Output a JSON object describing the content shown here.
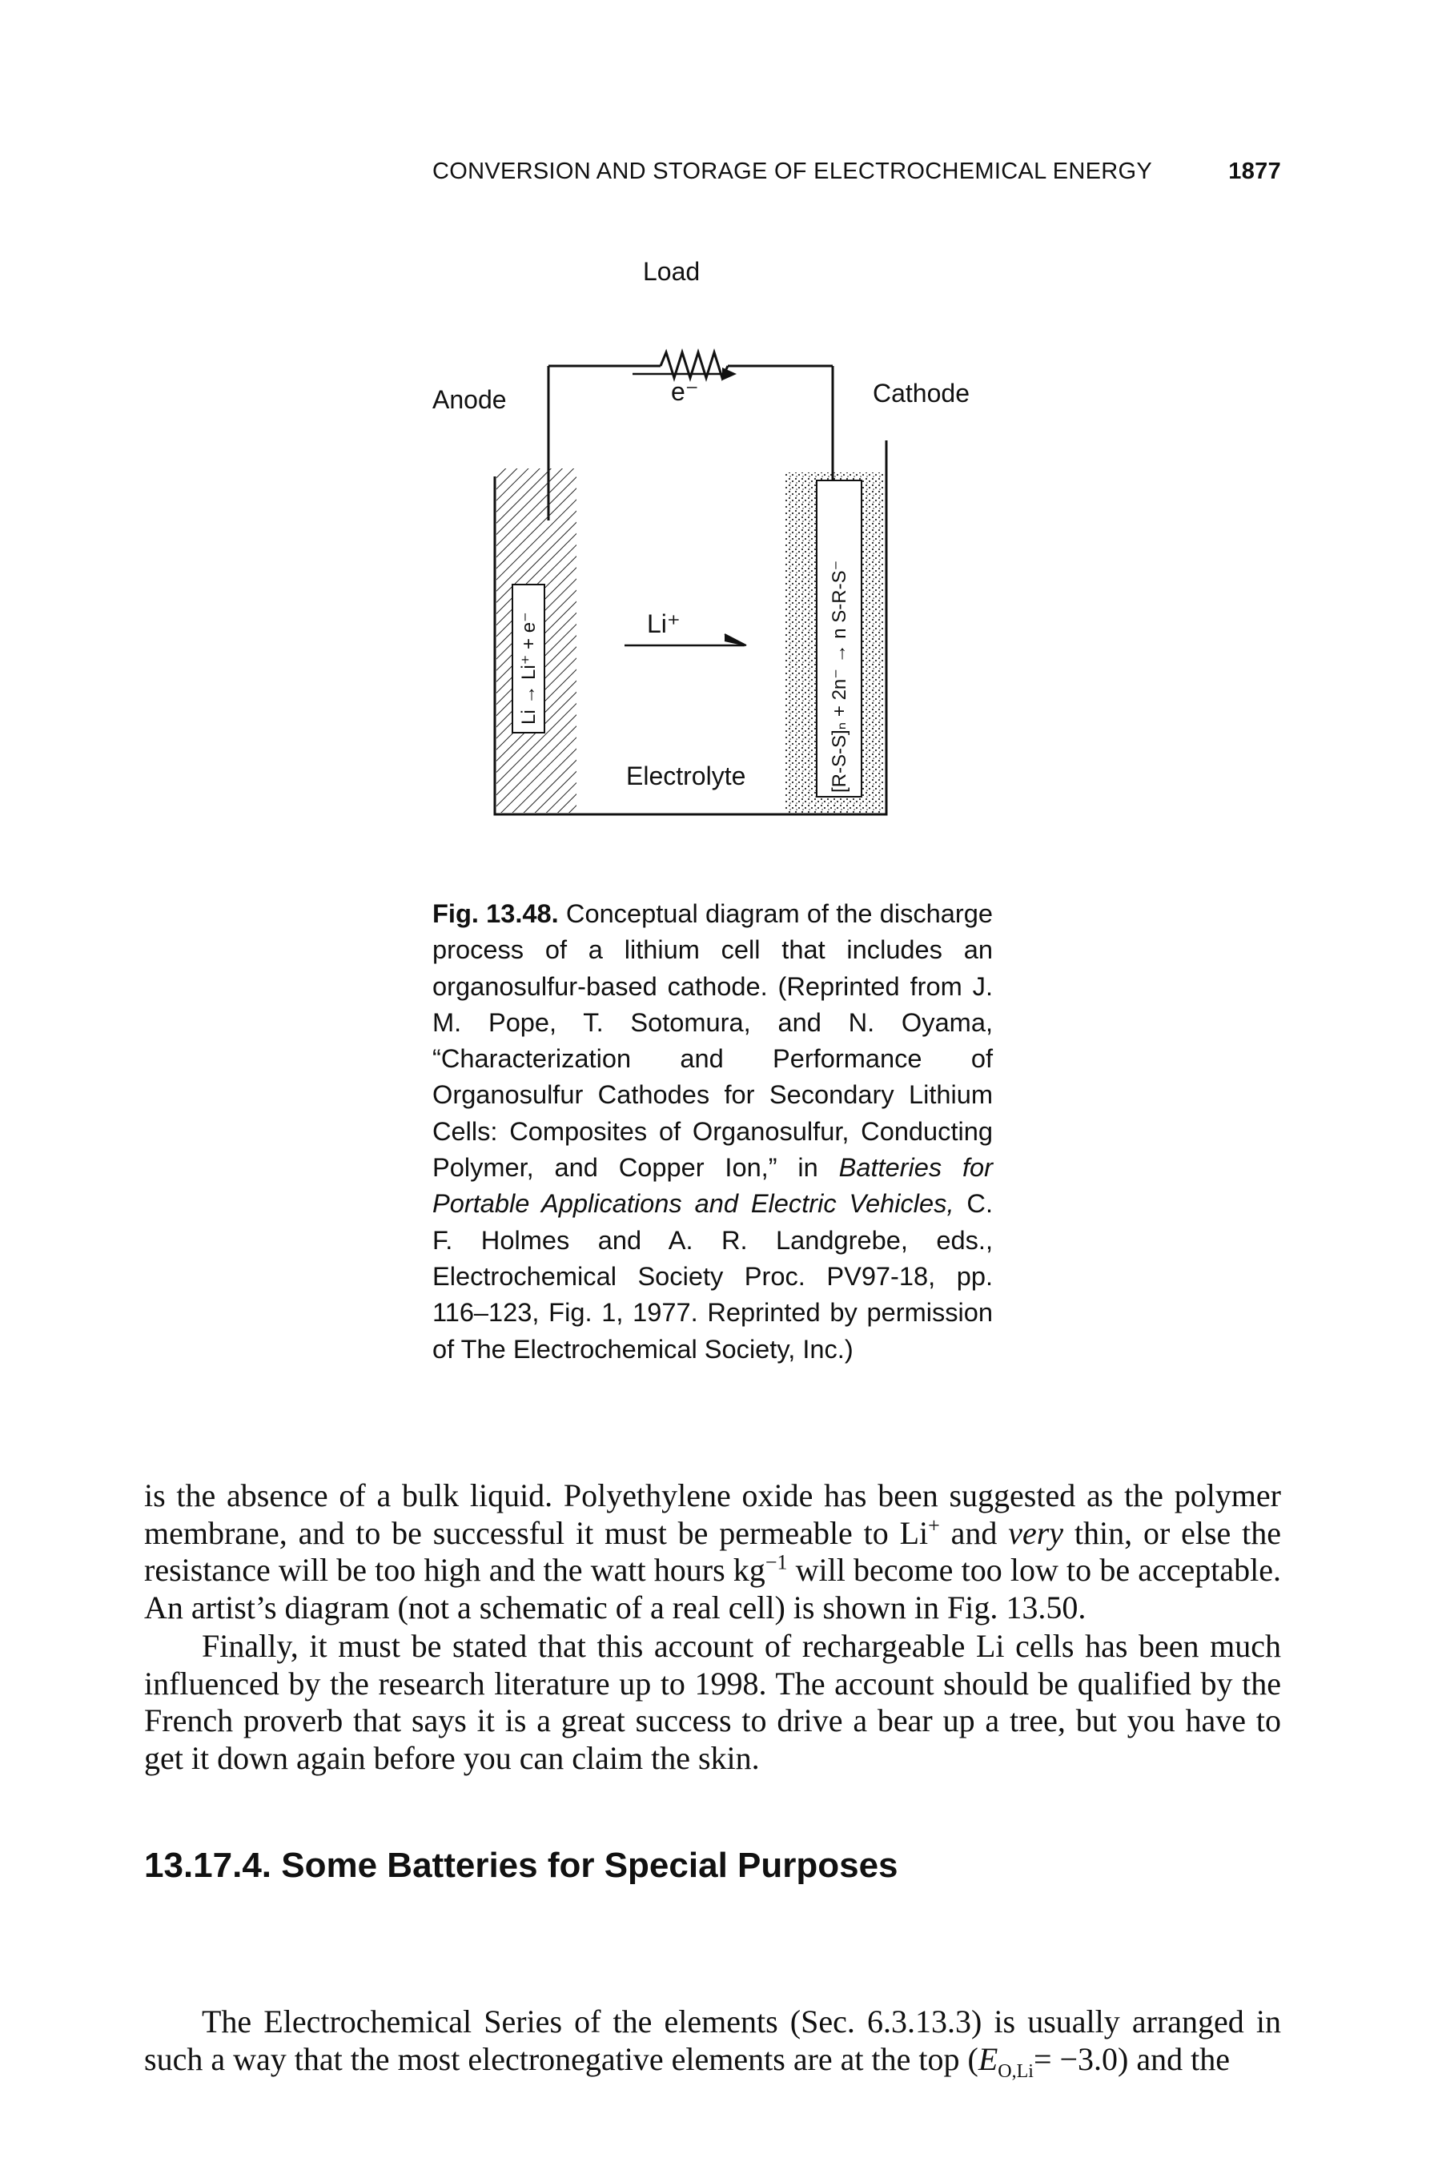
{
  "header": {
    "title": "CONVERSION AND STORAGE OF ELECTROCHEMICAL ENERGY",
    "page_number": "1877"
  },
  "figure": {
    "labels": {
      "load": "Load",
      "anode": "Anode",
      "cathode": "Cathode",
      "electron": "e⁻",
      "li_ion": "Li⁺",
      "electrolyte": "Electrolyte",
      "anode_reaction": "Li → Li⁺ + e⁻",
      "cathode_reaction": "[R-S-S]ₙ + 2n⁻ → n S-R-S⁻"
    },
    "caption": {
      "label": "Fig. 13.48.",
      "part1": "Conceptual diagram of the discharge process of a lithium cell that includes an organosulfur-based cathode. (Reprinted from J. M. Pope, T. Sotomura, and N. Oyama, “Characterization and Performance of Organosulfur Cathodes for Secondary Lithium Cells: Composites of Organosulfur, Conducting Polymer, and Copper Ion,” in",
      "italic": "Batteries for Portable Applications and Electric Vehicles,",
      "part2": "C. F. Holmes and A. R. Landgrebe, eds., Electrochemical Society Proc. PV97-18, pp. 116–123, Fig. 1, 1977. Reprinted by permission of The Electrochemical Society, Inc.)"
    }
  },
  "paragraph1": {
    "a": "is the absence of a bulk liquid. Polyethylene oxide has been suggested as the polymer membrane, and to be successful it must be permeable to Li",
    "a_sup": "+",
    "b": " and ",
    "b_italic": "very",
    "c": " thin, or else the resistance will be too high and the watt hours kg",
    "c_sup": "−1",
    "d": " will become too low to be acceptable. An artist’s diagram (not a schematic of a real cell) is shown in Fig. 13.50."
  },
  "paragraph2": {
    "text": "Finally, it must be stated that this account of rechargeable Li cells has been much influenced by the research literature up to 1998. The account should be qualified by the French proverb that says it is a great success to drive a bear up a tree, but you have to get it down again before you can claim the skin."
  },
  "section": {
    "title": "13.17.4. Some Batteries for Special Purposes"
  },
  "paragraph3": {
    "a": "The Electrochemical Series of the elements (Sec. 6.3.13.3) is usually arranged in such a way that the most electronegative elements are at the top (",
    "e_italic": "E",
    "e_sub": "O,Li",
    "b": "= −3.0) and the"
  }
}
